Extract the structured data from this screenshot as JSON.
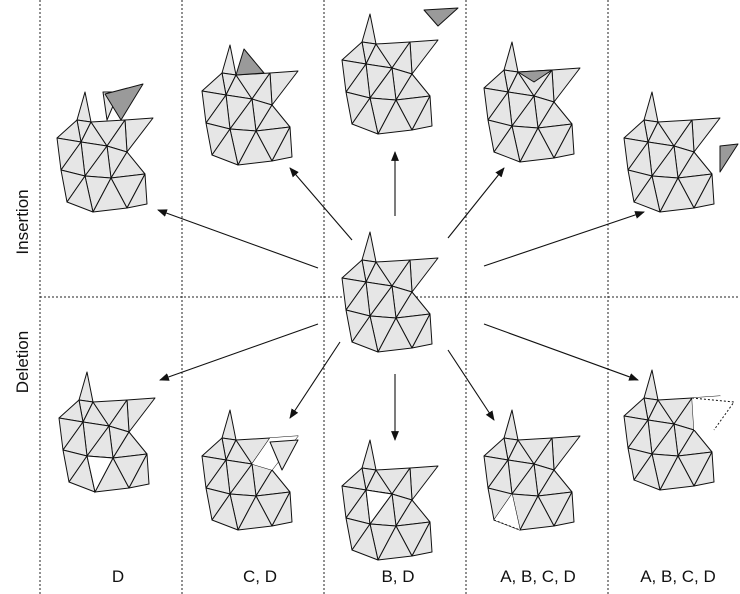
{
  "rows": {
    "top": "Insertion",
    "bottom": "Deletion"
  },
  "columns": [
    "D",
    "C, D",
    "B, D",
    "A, B, C, D",
    "A, B, C, D"
  ]
}
